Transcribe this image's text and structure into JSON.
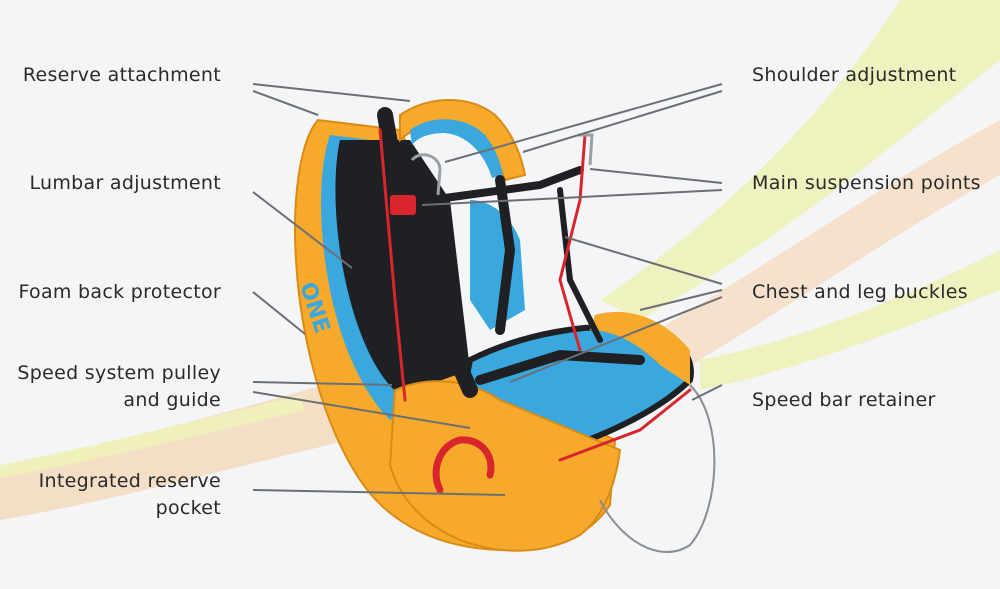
{
  "labels": {
    "reserve_attachment": "Reserve attachment",
    "lumbar_adjustment": "Lumbar adjustment",
    "foam_back_protector": "Foam back protector",
    "speed_system_pulley_line1": "Speed system pulley",
    "speed_system_pulley_line2": "and guide",
    "integrated_reserve_line1": "Integrated reserve",
    "integrated_reserve_line2": "pocket",
    "shoulder_adjustment": "Shoulder adjustment",
    "main_suspension_points": "Main suspension points",
    "chest_leg_buckles": "Chest and leg buckles",
    "speed_bar_retainer": "Speed bar retainer"
  },
  "harness_logo_text": "ONE",
  "colors": {
    "background": "#f4f5f7",
    "band_yellow": "#eef2b8",
    "band_peach": "#f5dcc0",
    "harness_orange": "#f6a92a",
    "harness_blue": "#3aa8de",
    "strap_black": "#1e2023",
    "accent_red": "#d8262c",
    "leader_line": "#6c6f73",
    "label_text": "#2a2a2a"
  }
}
